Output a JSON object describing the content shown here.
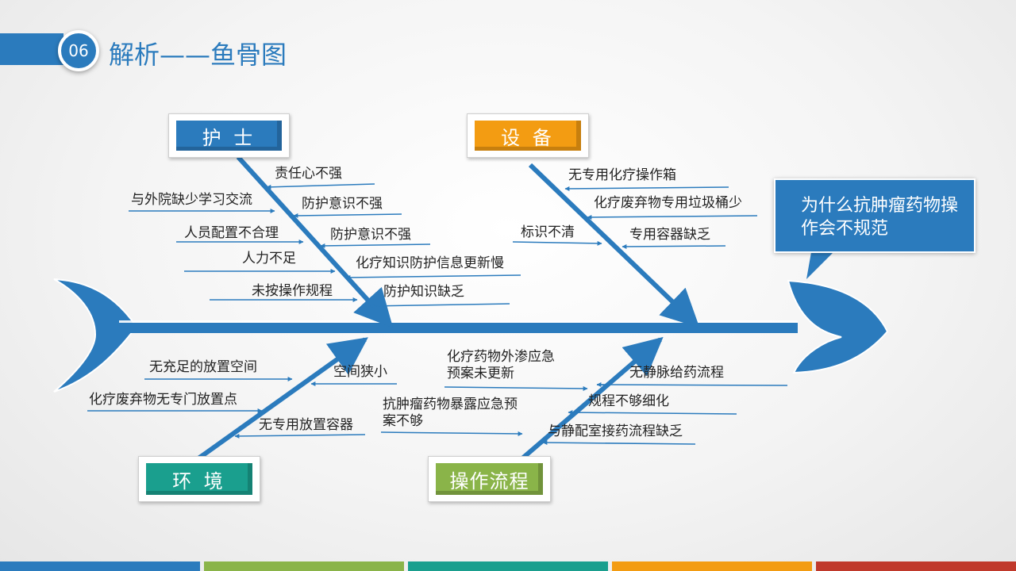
{
  "header": {
    "number": "06",
    "title": "解析——鱼骨图"
  },
  "problem": "为什么抗肿瘤药物操作会不规范",
  "categories": [
    {
      "label": "护 士",
      "color": "#2b7bbd"
    },
    {
      "label": "设 备",
      "color": "#f39c12"
    },
    {
      "label": "环 境",
      "color": "#1a9f8e"
    },
    {
      "label": "操作流程",
      "color": "#8ab449"
    }
  ],
  "causes": {
    "nurse": [
      "责任心不强",
      "与外院缺少学习交流",
      "防护意识不强",
      "人员配置不合理",
      "防护意识不强",
      "人力不足",
      "化疗知识防护信息更新慢",
      "未按操作规程",
      "防护知识缺乏"
    ],
    "equipment": [
      "无专用化疗操作箱",
      "化疗废弃物专用垃圾桶少",
      "标识不清",
      "专用容器缺乏"
    ],
    "environment": [
      "无充足的放置空间",
      "空间狭小",
      "化疗废弃物无专门放置点",
      "无专用放置容器"
    ],
    "process": [
      "化疗药物外渗应急预案未更新",
      "无静脉给药流程",
      "规程不够细化",
      "抗肿瘤药物暴露应急预案不够",
      "与静配室接药流程缺乏"
    ]
  },
  "colors": {
    "primary": "#2b7bbd",
    "stripes": [
      "#2b7bbd",
      "#8ab449",
      "#1a9f8e",
      "#f39c12",
      "#c0392b"
    ]
  }
}
